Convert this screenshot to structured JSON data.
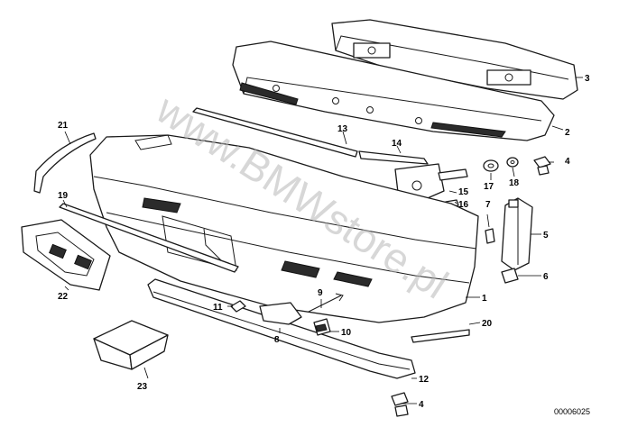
{
  "watermark": "www.BMWstore.pl",
  "reference_number": "00006025",
  "callouts": {
    "p1": "1",
    "p2": "2",
    "p3": "3",
    "p4a": "4",
    "p4b": "4",
    "p5": "5",
    "p6": "6",
    "p7": "7",
    "p8": "8",
    "p9": "9",
    "p10": "10",
    "p11": "11",
    "p12": "12",
    "p13": "13",
    "p14": "14",
    "p15": "15",
    "p16": "16",
    "p17": "17",
    "p18": "18",
    "p19": "19",
    "p20": "20",
    "p21": "21",
    "p22": "22",
    "p23": "23"
  }
}
